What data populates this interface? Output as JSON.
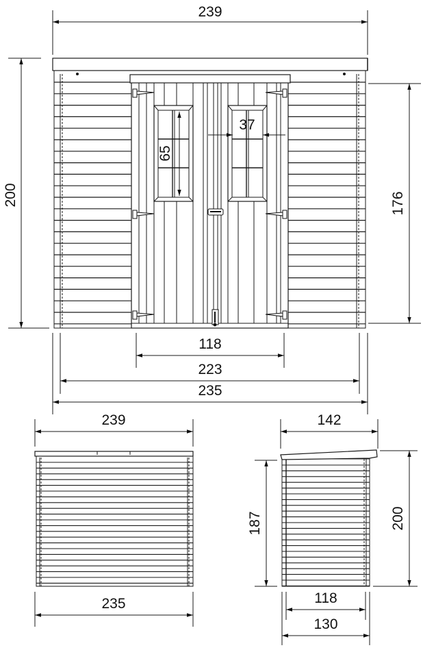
{
  "drawing": {
    "subject": "garden shed dimensions",
    "units": "cm",
    "front_view": {
      "overall_width_label": "239",
      "overall_height_label": "200",
      "door_height_label": "176",
      "window_height_label": "65",
      "window_width_label": "37",
      "door_width_label": "118",
      "inner_width_label": "223",
      "base_width_label": "235"
    },
    "rear_view": {
      "roof_width_label": "239",
      "base_width_label": "235"
    },
    "side_view": {
      "roof_depth_label": "142",
      "front_height_label": "200",
      "rear_height_label": "187",
      "inner_depth_label": "118",
      "base_depth_label": "130"
    }
  }
}
